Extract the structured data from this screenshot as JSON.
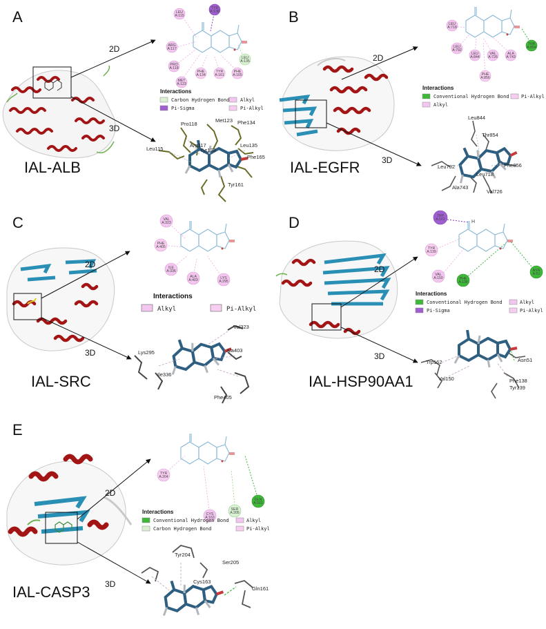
{
  "colors": {
    "alkyl": "#f3c6ef",
    "pi_alkyl": "#f7cdf0",
    "pi_sigma": "#a05fd0",
    "conventional_hbond": "#3fb83a",
    "carbon_hbond": "#d9f0d2",
    "helix": "#a31515",
    "sheet": "#2a8fb5",
    "coil": "#c8c8c8",
    "ligand_2d": "#86b6d6",
    "ligand_3d": "#2f5f80"
  },
  "panels": [
    {
      "id": "A",
      "letter": "A",
      "complex": "IAL-ALB",
      "label_2d": "2D",
      "label_3d": "3D",
      "legend_title": "Interactions",
      "legend": [
        {
          "label": "Carbon Hydrogen Bond",
          "type": "carbon_hbond"
        },
        {
          "label": "Alkyl",
          "type": "alkyl"
        },
        {
          "label": "Pi-Sigma",
          "type": "pi_sigma"
        },
        {
          "label": "Pi-Alkyl",
          "type": "pi_alkyl"
        }
      ],
      "residues_2d": [
        {
          "name": "LEU",
          "num": "A:115",
          "type": "alkyl"
        },
        {
          "name": "TYR",
          "num": "A:138",
          "type": "pi_sigma"
        },
        {
          "name": "ARG",
          "num": "A:117",
          "type": "alkyl"
        },
        {
          "name": "PRO",
          "num": "A:118",
          "type": "alkyl"
        },
        {
          "name": "MET",
          "num": "A:123",
          "type": "alkyl"
        },
        {
          "name": "PHE",
          "num": "A:134",
          "type": "pi_alkyl"
        },
        {
          "name": "TYR",
          "num": "A:161",
          "type": "pi_alkyl"
        },
        {
          "name": "PHE",
          "num": "A:165",
          "type": "pi_alkyl"
        },
        {
          "name": "LEU",
          "num": "A:135",
          "type": "carbon_hbond"
        }
      ],
      "residues_3d": [
        "Pro118",
        "Met123",
        "Phe134",
        "Arg117",
        "Leu115",
        "Tyr138",
        "Leu135",
        "Phe165",
        "Tyr161"
      ]
    },
    {
      "id": "B",
      "letter": "B",
      "complex": "IAL-EGFR",
      "label_2d": "2D",
      "label_3d": "3D",
      "legend_title": "Interactions",
      "legend": [
        {
          "label": "Conventional Hydrogen Bond",
          "type": "conventional_hbond"
        },
        {
          "label": "Pi-Alkyl",
          "type": "pi_alkyl"
        },
        {
          "label": "Alkyl",
          "type": "alkyl"
        }
      ],
      "residues_2d": [
        {
          "name": "LEU",
          "num": "A:718",
          "type": "alkyl"
        },
        {
          "name": "LEU",
          "num": "A:792",
          "type": "alkyl"
        },
        {
          "name": "LEU",
          "num": "A:844",
          "type": "alkyl"
        },
        {
          "name": "VAL",
          "num": "A:726",
          "type": "alkyl"
        },
        {
          "name": "ALA",
          "num": "A:743",
          "type": "alkyl"
        },
        {
          "name": "PHE",
          "num": "A:856",
          "type": "pi_alkyl"
        },
        {
          "name": "THR",
          "num": "A:854",
          "type": "conventional_hbond"
        }
      ],
      "residues_3d": [
        "Leu844",
        "Thr854",
        "Leu792",
        "Phe856",
        "Leu718",
        "Ala743",
        "Val726"
      ]
    },
    {
      "id": "C",
      "letter": "C",
      "complex": "IAL-SRC",
      "label_2d": "2D",
      "label_3d": "3D",
      "legend_title": "Interactions",
      "legend": [
        {
          "label": "Alkyl",
          "type": "alkyl"
        },
        {
          "label": "Pi-Alkyl",
          "type": "pi_alkyl"
        }
      ],
      "residues_2d": [
        {
          "name": "VAL",
          "num": "A:323",
          "type": "alkyl"
        },
        {
          "name": "PHE",
          "num": "A:405",
          "type": "pi_alkyl"
        },
        {
          "name": "ILE",
          "num": "A:336",
          "type": "alkyl"
        },
        {
          "name": "ALA",
          "num": "A:403",
          "type": "alkyl"
        },
        {
          "name": "LYS",
          "num": "A:295",
          "type": "alkyl"
        }
      ],
      "residues_3d": [
        "Val323",
        "Ala403",
        "Lys295",
        "Ile336",
        "Phe405"
      ]
    },
    {
      "id": "D",
      "letter": "D",
      "complex": "IAL-HSP90AA1",
      "label_2d": "2D",
      "label_3d": "3D",
      "legend_title": "Interactions",
      "legend": [
        {
          "label": "Conventional Hydrogen Bond",
          "type": "conventional_hbond"
        },
        {
          "label": "Alkyl",
          "type": "alkyl"
        },
        {
          "label": "Pi-Sigma",
          "type": "pi_sigma"
        },
        {
          "label": "Pi-Alkyl",
          "type": "pi_alkyl"
        }
      ],
      "residues_2d": [
        {
          "name": "TRP",
          "num": "A:162",
          "type": "pi_sigma"
        },
        {
          "name": "TYR",
          "num": "A:139",
          "type": "pi_alkyl"
        },
        {
          "name": "VAL",
          "num": "A:150",
          "type": "alkyl"
        },
        {
          "name": "PHE",
          "num": "A:138",
          "type": "conventional_hbond"
        },
        {
          "name": "ASN",
          "num": "A:51",
          "type": "conventional_hbond"
        }
      ],
      "h_label": "H",
      "residues_3d": [
        "Trp162",
        "Asn51",
        "Val150",
        "Phe138",
        "Tyr139"
      ]
    },
    {
      "id": "E",
      "letter": "E",
      "complex": "IAL-CASP3",
      "label_2d": "2D",
      "label_3d": "3D",
      "legend_title": "Interactions",
      "legend": [
        {
          "label": "Conventional Hydrogen Bond",
          "type": "conventional_hbond"
        },
        {
          "label": "Alkyl",
          "type": "alkyl"
        },
        {
          "label": "Carbon Hydrogen Bond",
          "type": "carbon_hbond"
        },
        {
          "label": "Pi-Alkyl",
          "type": "pi_alkyl"
        }
      ],
      "residues_2d": [
        {
          "name": "TYR",
          "num": "A:204",
          "type": "pi_alkyl"
        },
        {
          "name": "CYS",
          "num": "A:163",
          "type": "alkyl"
        },
        {
          "name": "SER",
          "num": "A:205",
          "type": "carbon_hbond"
        },
        {
          "name": "GLN",
          "num": "A:161",
          "type": "conventional_hbond"
        }
      ],
      "residues_3d": [
        "Tyr204",
        "Ser205",
        "Cys163",
        "Gln161"
      ]
    }
  ]
}
